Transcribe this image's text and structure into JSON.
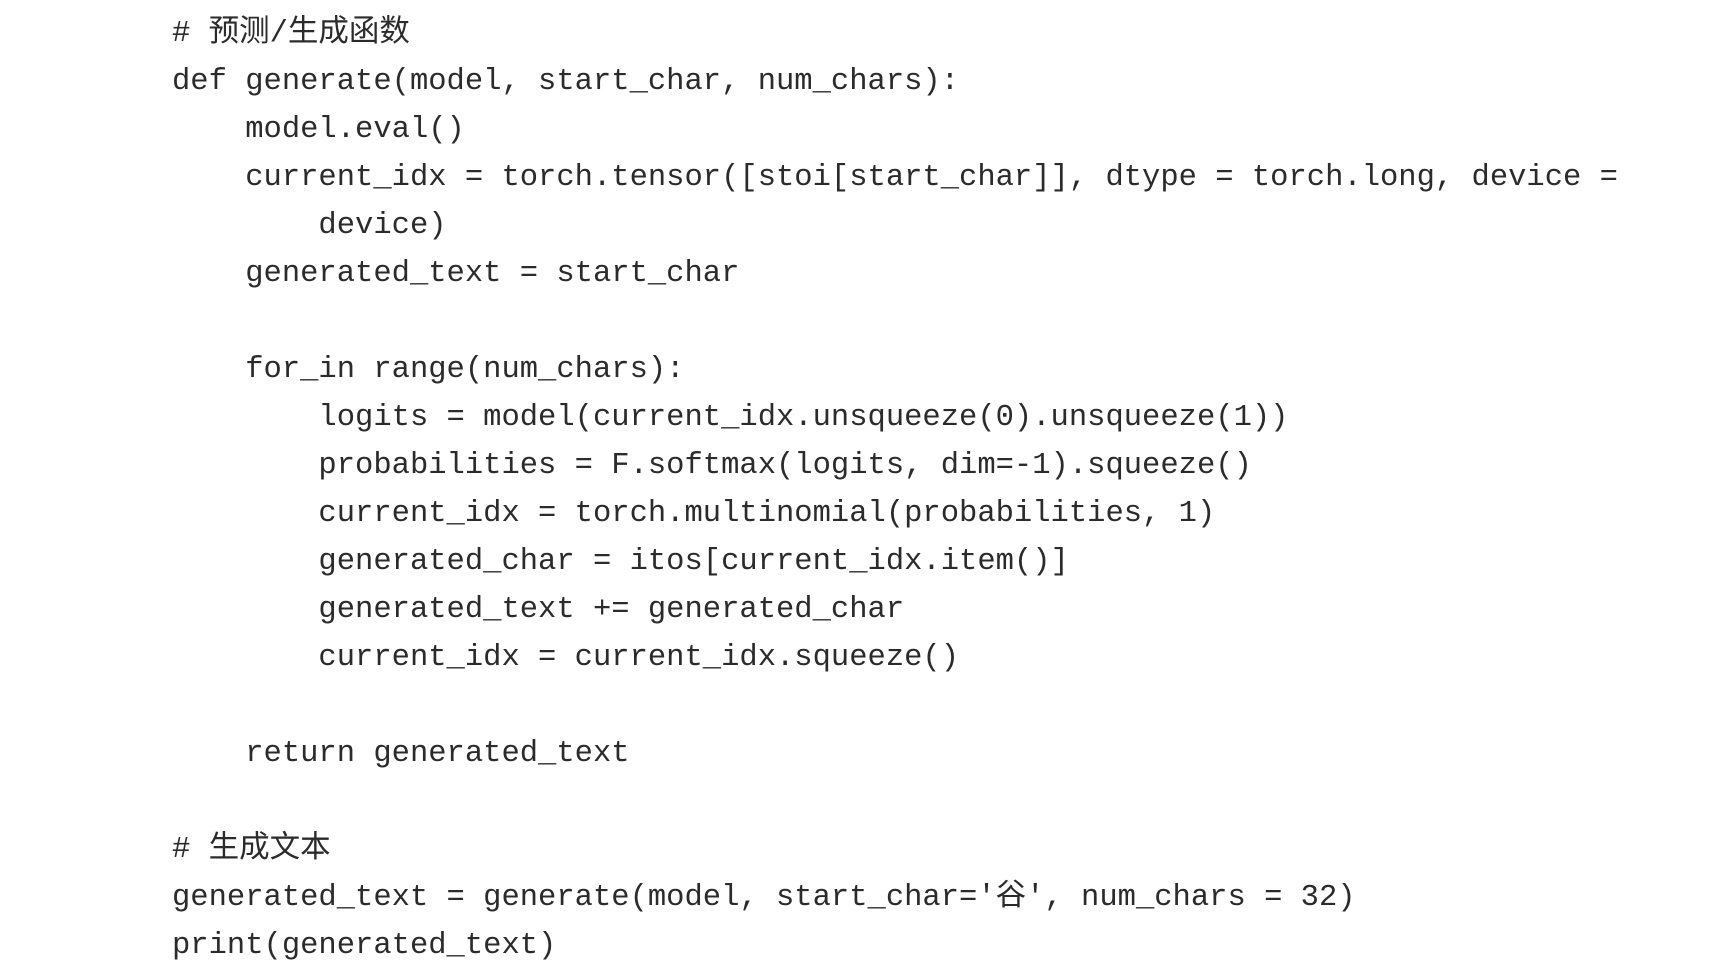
{
  "code": {
    "lines": [
      "# 预测/生成函数",
      "def generate(model, start_char, num_chars):",
      "    model.eval()",
      "    current_idx = torch.tensor([stoi[start_char]], dtype = torch.long, device =",
      "        device)",
      "    generated_text = start_char",
      "",
      "    for_in range(num_chars):",
      "        logits = model(current_idx.unsqueeze(0).unsqueeze(1))",
      "        probabilities = F.softmax(logits, dim=-1).squeeze()",
      "        current_idx = torch.multinomial(probabilities, 1)",
      "        generated_char = itos[current_idx.item()]",
      "        generated_text += generated_char",
      "        current_idx = current_idx.squeeze()",
      "",
      "    return generated_text",
      "",
      "# 生成文本",
      "generated_text = generate(model, start_char='谷', num_chars = 32)",
      "print(generated_text)"
    ]
  }
}
